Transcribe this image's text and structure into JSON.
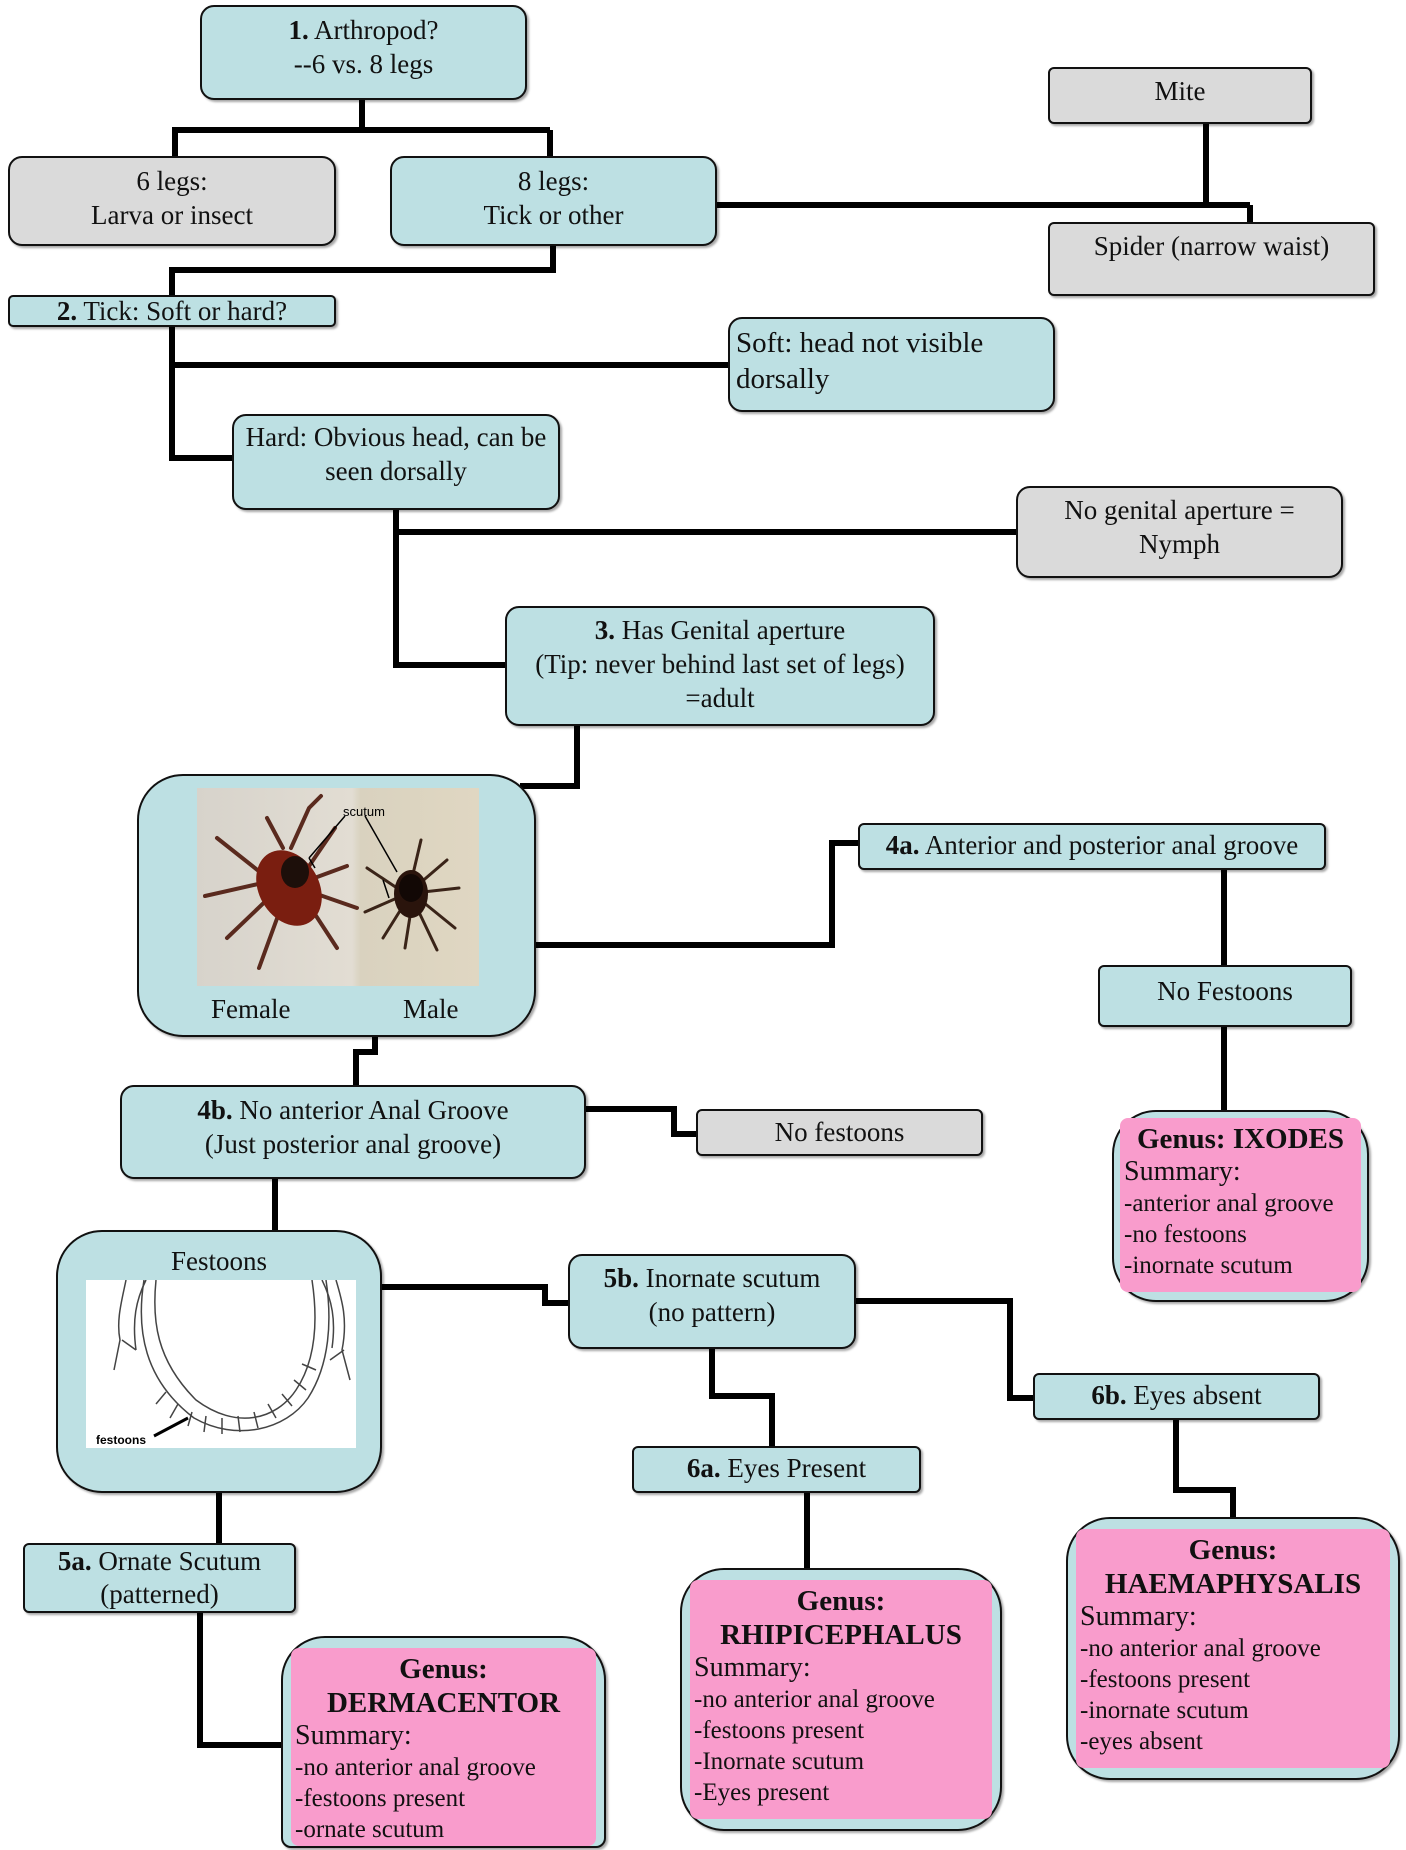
{
  "q1": {
    "num": "1.",
    "text": "Arthropod?",
    "sub": "--6 vs. 8 legs"
  },
  "mite": "Mite",
  "six_legs": {
    "line1": "6 legs:",
    "line2": "Larva or insect"
  },
  "eight_legs": {
    "line1": "8 legs:",
    "line2": "Tick or other"
  },
  "spider": "Spider (narrow waist)",
  "q2": {
    "num": "2.",
    "text": "Tick: Soft or hard?"
  },
  "soft": "Soft: head not visible dorsally",
  "hard": "Hard: Obvious head, can be seen dorsally",
  "nymph": "No genital aperture = Nymph",
  "q3": {
    "num": "3.",
    "line1": "Has Genital aperture",
    "line2": "(Tip: never behind last set of legs)",
    "line3": "=adult"
  },
  "photo": {
    "scutum": "scutum",
    "female": "Female",
    "male": "Male"
  },
  "q4a": {
    "num": "4a.",
    "text": "Anterior and posterior anal groove"
  },
  "no_festoons_right": "No Festoons",
  "q4b": {
    "num": "4b.",
    "line1": "No anterior Anal Groove",
    "line2": "(Just posterior anal groove)"
  },
  "no_festoons_mid": "No festoons",
  "festoons": {
    "title": "Festoons",
    "label": "festoons"
  },
  "q5b": {
    "num": "5b.",
    "line1": "Inornate scutum",
    "line2": "(no pattern)"
  },
  "q6b": {
    "num": "6b.",
    "text": "Eyes absent"
  },
  "q6a": {
    "num": "6a.",
    "text": "Eyes Present"
  },
  "q5a": {
    "num": "5a.",
    "line1": "Ornate Scutum",
    "line2": "(patterned)"
  },
  "ixodes": {
    "genus": "Genus: IXODES",
    "summary": "Summary:",
    "items": [
      "-anterior anal groove",
      "-no festoons",
      "-inornate scutum"
    ]
  },
  "dermacentor": {
    "genus_label": "Genus:",
    "genus": "DERMACENTOR",
    "summary": "Summary:",
    "items": [
      "-no anterior anal groove",
      "-festoons present",
      "-ornate scutum"
    ]
  },
  "rhipicephalus": {
    "genus_label": "Genus:",
    "genus": "RHIPICEPHALUS",
    "summary": "Summary:",
    "items": [
      "-no anterior anal groove",
      "-festoons present",
      "-Inornate scutum",
      "-Eyes present"
    ]
  },
  "haemaphysalis": {
    "genus_label": "Genus:",
    "genus": "HAEMAPHYSALIS",
    "summary": "Summary:",
    "items": [
      "-no anterior anal groove",
      "-festoons present",
      "-inornate scutum",
      "-eyes absent"
    ]
  },
  "colors": {
    "teal": "#bde0e3",
    "gray": "#dadada",
    "pink": "#f99ccc",
    "line": "#000000"
  }
}
